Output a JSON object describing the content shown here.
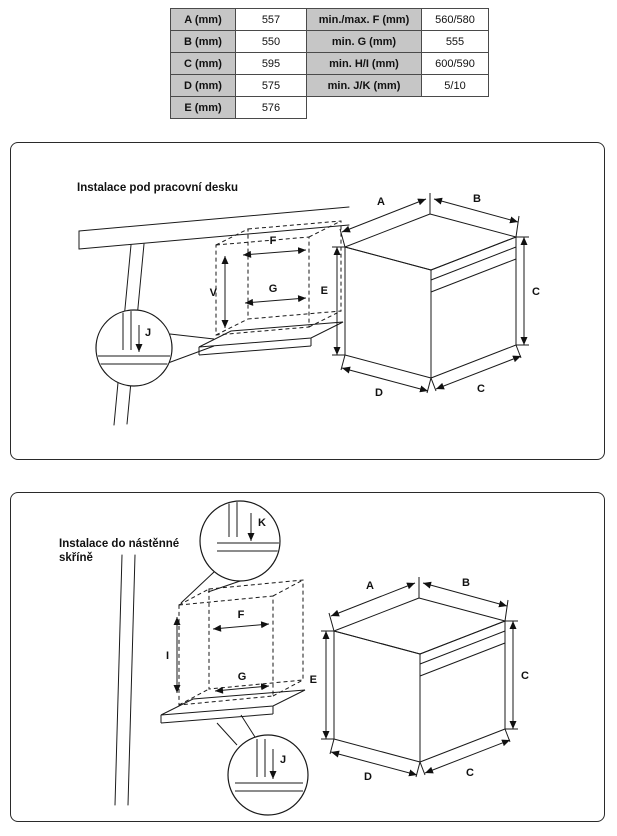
{
  "table": {
    "rows": [
      {
        "label1": "A (mm)",
        "value1": "557",
        "label2": "min./max. F (mm)",
        "value2": "560/580"
      },
      {
        "label1": "B (mm)",
        "value1": "550",
        "label2": "min. G (mm)",
        "value2": "555"
      },
      {
        "label1": "C (mm)",
        "value1": "595",
        "label2": "min. H/I (mm)",
        "value2": "600/590"
      },
      {
        "label1": "D (mm)",
        "value1": "575",
        "label2": "min. J/K (mm)",
        "value2": "5/10"
      },
      {
        "label1": "E (mm)",
        "value1": "576",
        "label2": "",
        "value2": ""
      }
    ]
  },
  "panel_worktop": {
    "title": "Instalace pod pracovní desku",
    "dim": {
      "F": "F",
      "V": "V",
      "G": "G",
      "J": "J"
    },
    "oven": {
      "A": "A",
      "B": "B",
      "E": "E",
      "C_right": "C",
      "D": "D",
      "C_bottom": "C"
    }
  },
  "panel_cabinet": {
    "title_line1": "Instalace do nástěnné",
    "title_line2": "skříně",
    "dim": {
      "K": "K",
      "F": "F",
      "I": "I",
      "G": "G",
      "J": "J"
    },
    "oven": {
      "A": "A",
      "B": "B",
      "E": "E",
      "C_right": "C",
      "D": "D",
      "C_bottom": "C"
    }
  },
  "colors": {
    "table_label_bg": "#c6c6c6",
    "line": "#1a1a1a"
  }
}
